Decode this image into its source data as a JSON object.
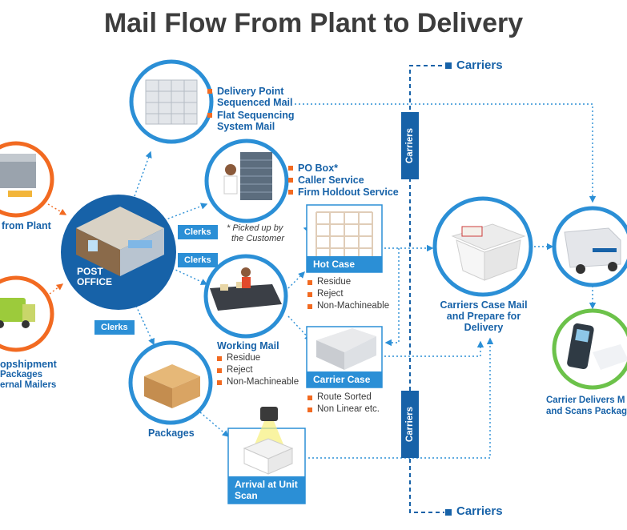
{
  "title": "Mail Flow From Plant to Delivery",
  "colors": {
    "brand_blue": "#1762a8",
    "light_blue": "#2b8fd6",
    "orange": "#f26a21",
    "green": "#6cc24a",
    "text_dark": "#3d3d3d"
  },
  "nodes": {
    "from_plant": {
      "label": "from Plant",
      "icon": "mail-plant-icon"
    },
    "dropshipment": {
      "label": "opshipment",
      "sub1": "Packages",
      "sub2": "ernal Mailers",
      "icon": "mail-truck-icon"
    },
    "post_office": {
      "label1": "POST",
      "label2": "OFFICE",
      "icon": "post-office-building-icon"
    },
    "sequenced": {
      "items": [
        "Delivery Point Sequenced Mail",
        "Flat Sequencing System Mail"
      ],
      "icon": "sequenced-mail-rack-icon"
    },
    "po_box": {
      "items": [
        "PO Box*",
        "Caller Service",
        "Firm Holdout Service"
      ],
      "note1": "* Picked up by",
      "note2": "the Customer",
      "icon": "clerk-po-box-icon"
    },
    "working_mail": {
      "label": "Working Mail",
      "items": [
        "Residue",
        "Reject",
        "Non-Machineable"
      ],
      "icon": "sorting-conveyor-icon"
    },
    "packages": {
      "label": "Packages",
      "icon": "packages-icon"
    },
    "hot_case": {
      "label": "Hot Case",
      "items": [
        "Residue",
        "Reject",
        "Non-Machineable"
      ],
      "icon": "hot-case-shelf-icon"
    },
    "carrier_case": {
      "label": "Carrier Case",
      "items": [
        "Route Sorted",
        "Non Linear etc."
      ],
      "icon": "carrier-case-tray-icon"
    },
    "arrival_scan": {
      "label1": "Arrival at Unit",
      "label2": "Scan",
      "icon": "package-scanner-icon"
    },
    "carriers_case_mail": {
      "lines": [
        "Carriers Case Mail",
        "and Prepare for",
        "Delivery"
      ],
      "icon": "mail-tub-icon"
    },
    "delivery_truck": {
      "icon": "delivery-van-icon"
    },
    "carrier_delivers": {
      "lines": [
        "Carrier Delivers M",
        "and Scans Packag"
      ],
      "icon": "handheld-scanner-icon"
    }
  },
  "tags": {
    "clerks": [
      "Clerks",
      "Clerks",
      "Clerks"
    ],
    "carriers_vertical": [
      "Carriers",
      "Carriers"
    ],
    "carriers_top": "Carriers",
    "carriers_bottom": "Carriers"
  }
}
